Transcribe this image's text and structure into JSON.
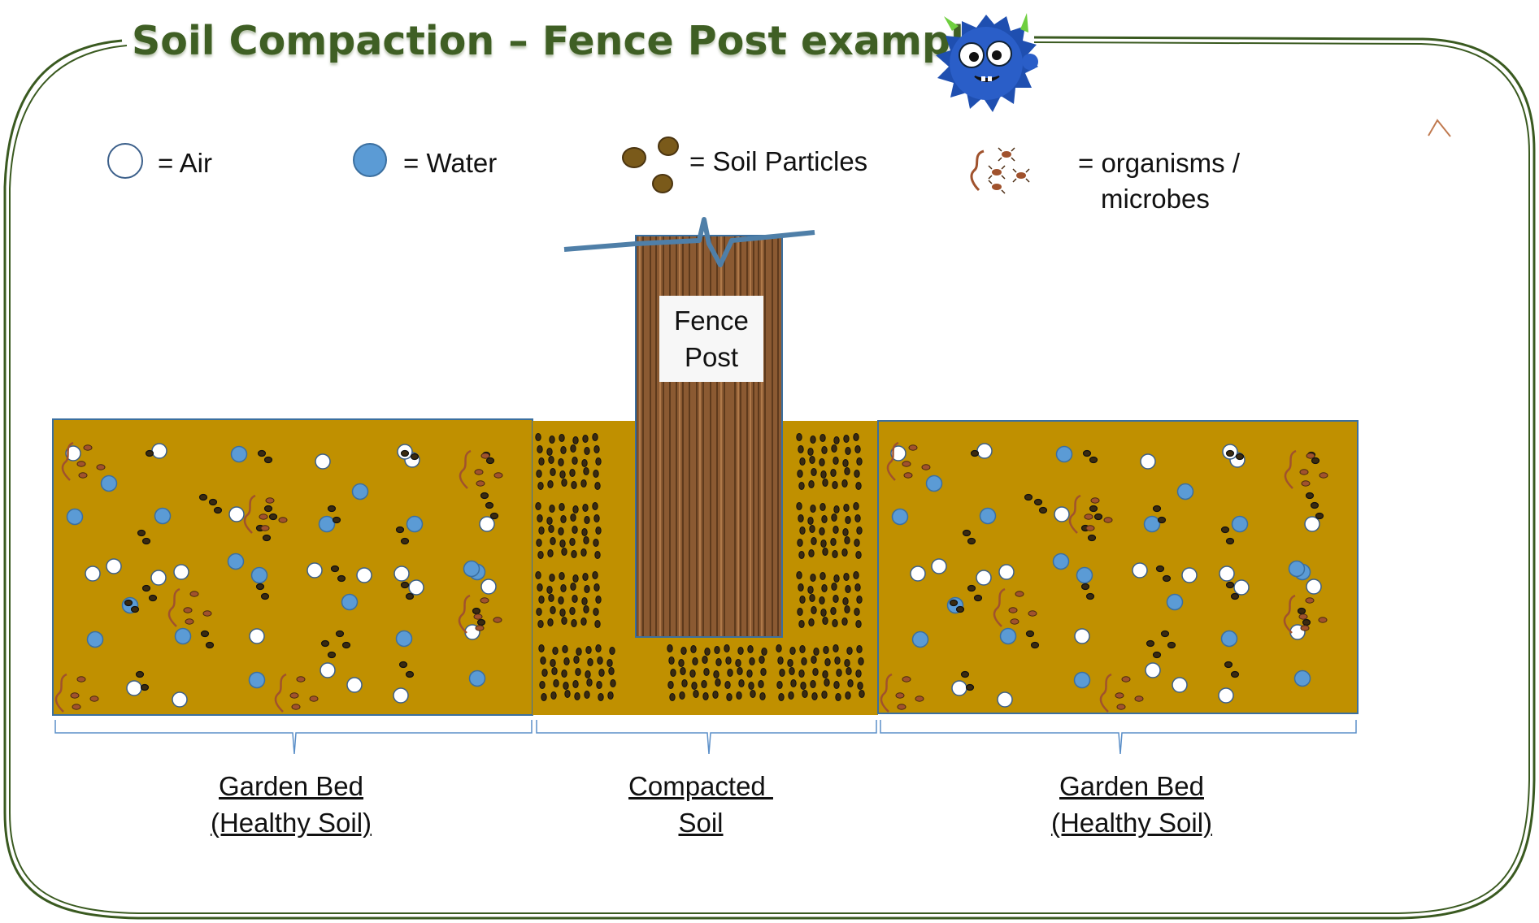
{
  "title": "Soil Compaction – Fence Post example",
  "legend": {
    "air": "= Air",
    "water": "= Water",
    "soil": "= Soil Particles",
    "organisms_line1": "= organisms /",
    "organisms_line2": "microbes"
  },
  "fence_post": {
    "line1": "Fence",
    "line2": "Post"
  },
  "labels": {
    "left": {
      "line1": "Garden Bed",
      "line2": "(Healthy Soil)"
    },
    "middle": {
      "line1": "Compacted ",
      "line2": "Soil"
    },
    "right": {
      "line1": "Garden Bed",
      "line2": "(Healthy Soil)"
    }
  },
  "colors": {
    "soil_fill": "#c09000",
    "water": "#5b9bd5",
    "particle": "#7a5a1a",
    "organism": "#a0522d",
    "border_green": "#3a5a20",
    "title_green": "#3f5f24",
    "wood": "#8b5a32",
    "crack": "#4f7fa8"
  }
}
